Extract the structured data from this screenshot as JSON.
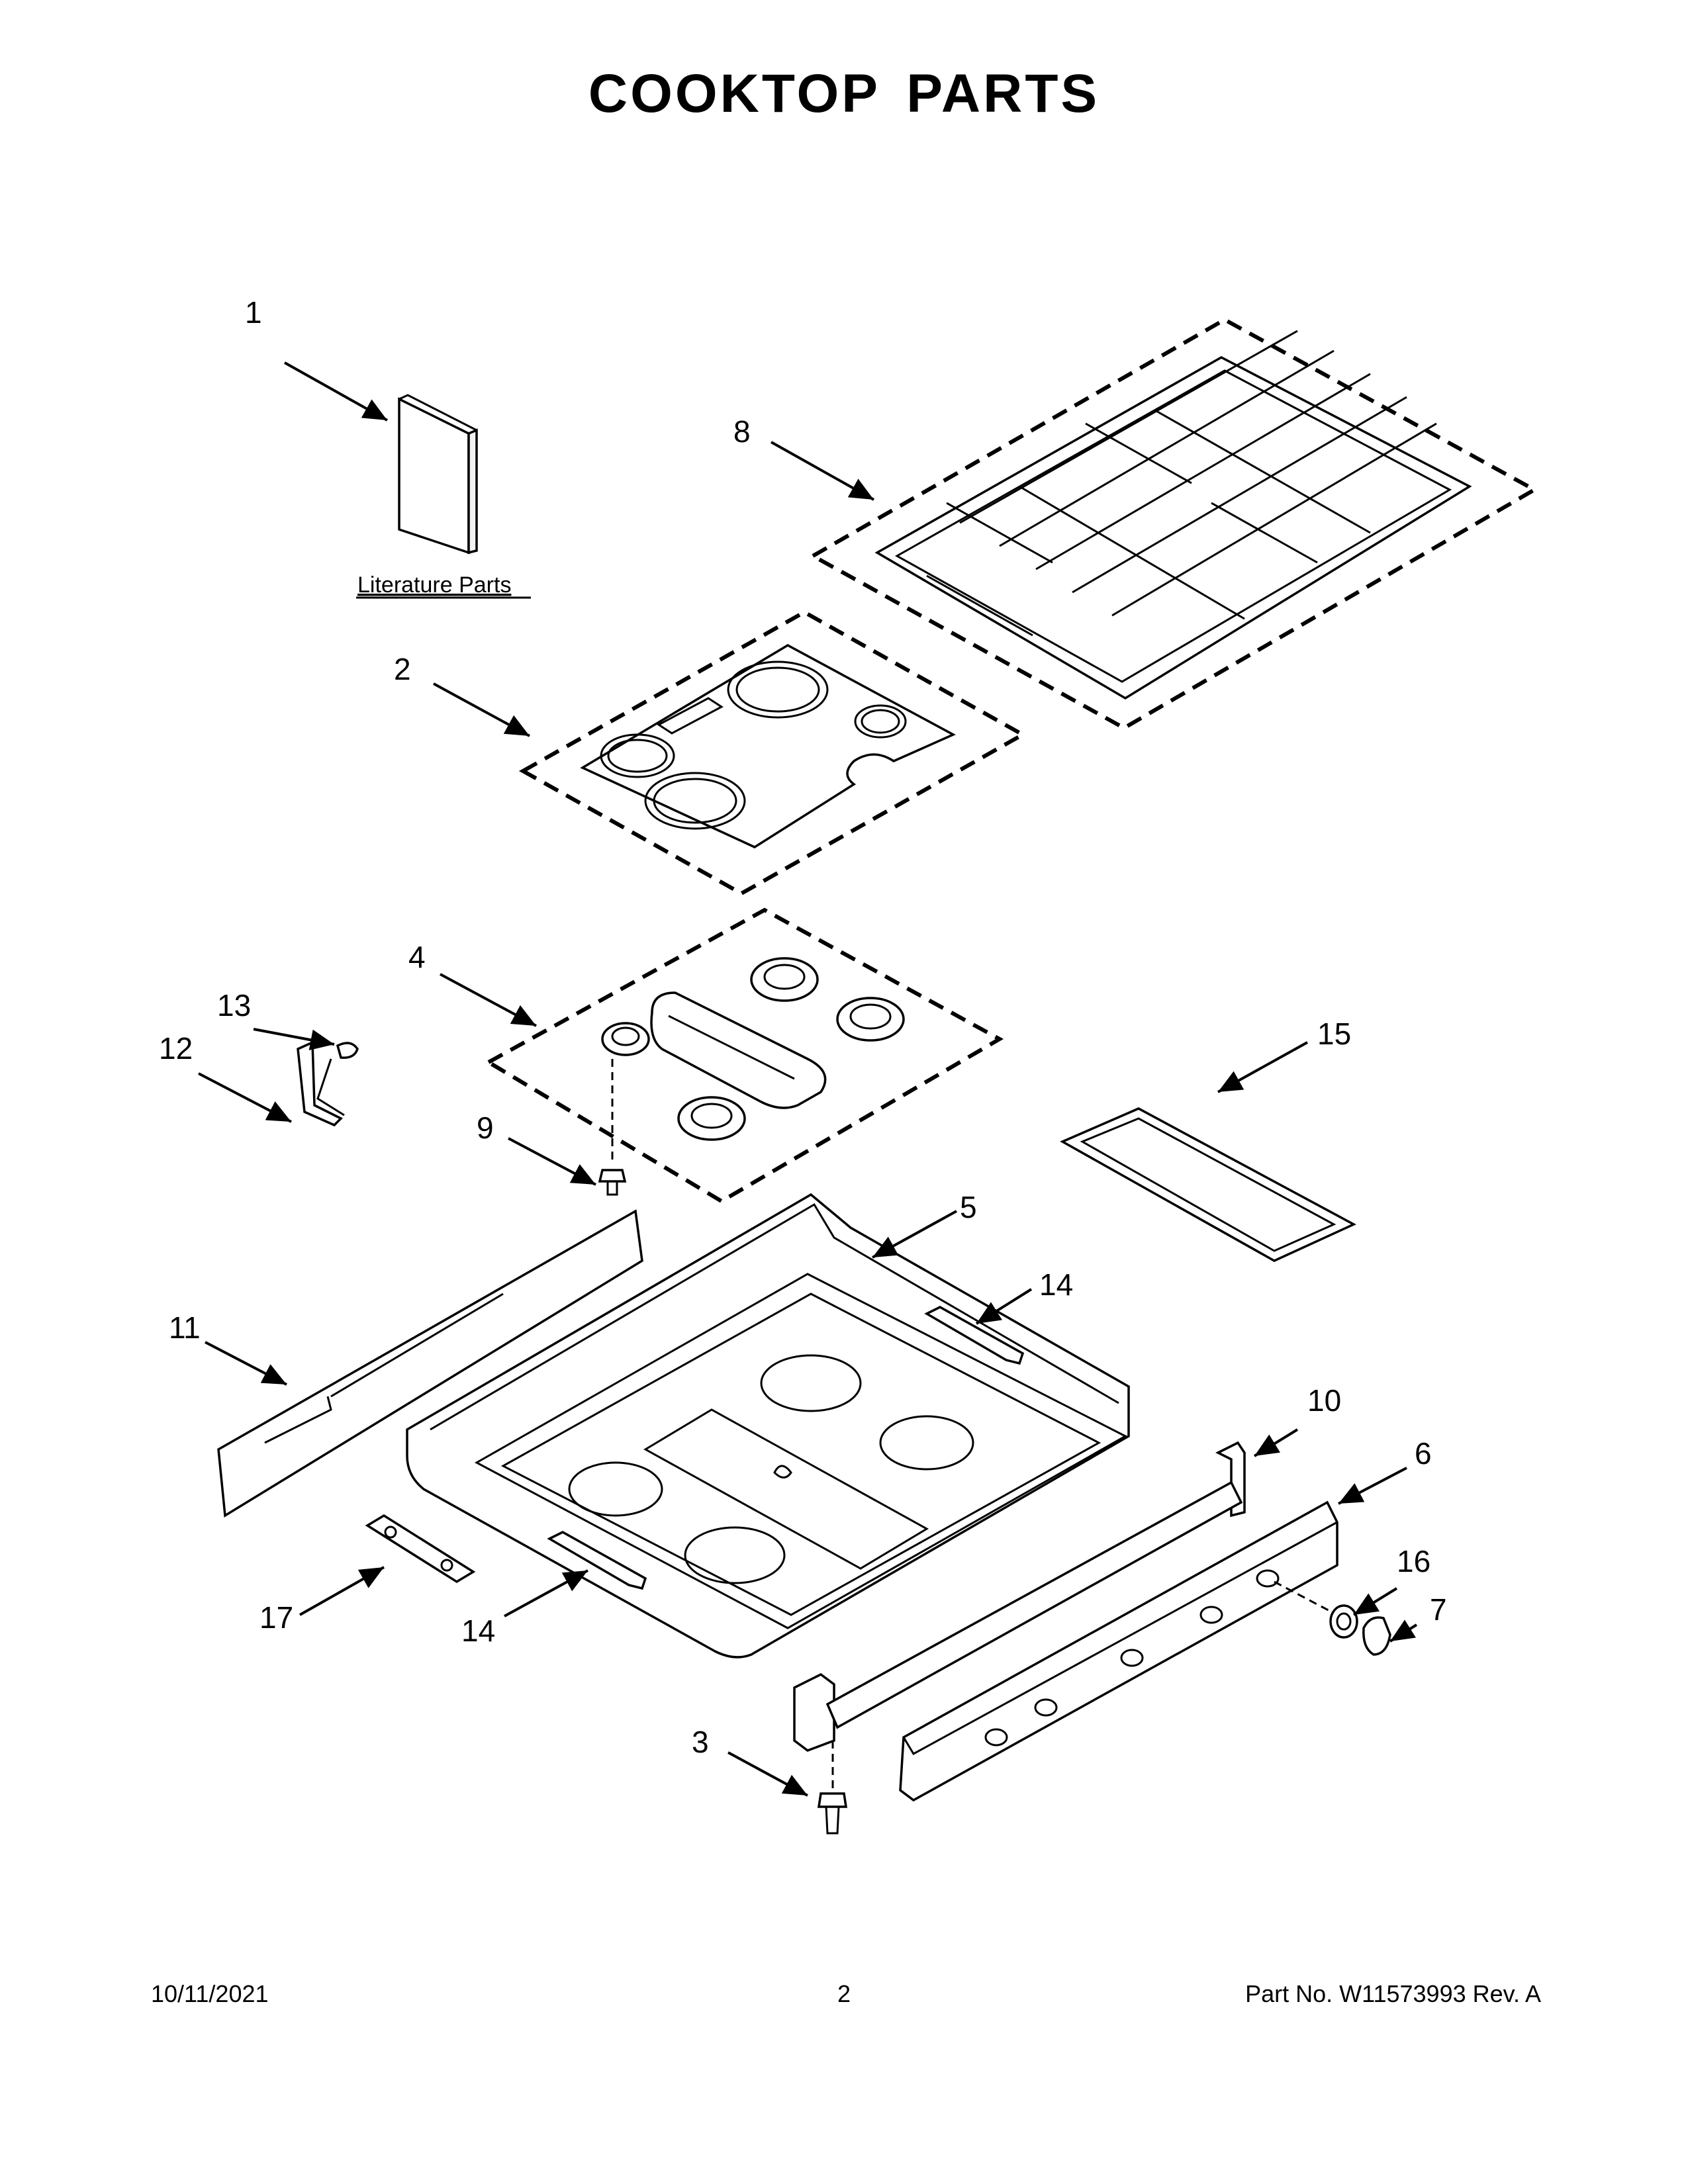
{
  "page": {
    "title": "COOKTOP PARTS",
    "literature_label": "Literature Parts",
    "footer": {
      "date": "10/11/2021",
      "page_number": "2",
      "part_number": "Part No.  W11573993  Rev.  A"
    }
  },
  "callouts": {
    "c1": "1",
    "c2": "2",
    "c3": "3",
    "c4": "4",
    "c5": "5",
    "c6": "6",
    "c7": "7",
    "c8": "8",
    "c9": "9",
    "c10": "10",
    "c11": "11",
    "c12": "12",
    "c13": "13",
    "c14a": "14",
    "c14b": "14",
    "c15": "15",
    "c16": "16",
    "c17": "17"
  }
}
